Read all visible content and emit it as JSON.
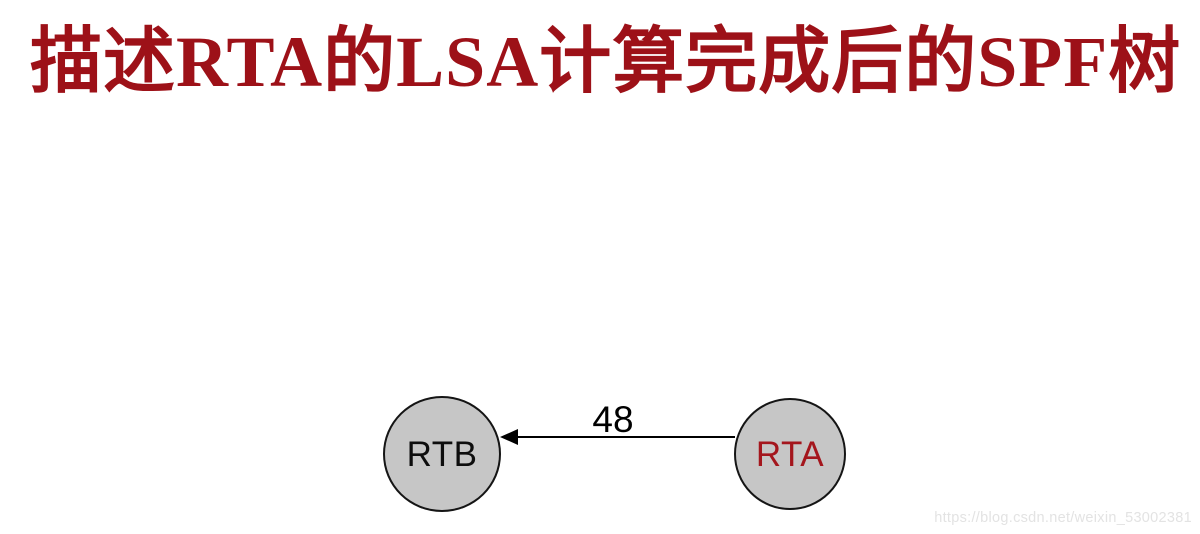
{
  "title": {
    "text": "描述RTA的LSA计算完成后的SPF树",
    "color": "#9d1118"
  },
  "diagram": {
    "type": "network-topology",
    "description": "SPF tree after RTA LSA calculation",
    "nodes": [
      {
        "id": "RTB",
        "label": "RTB",
        "label_color": "#0d0d0d",
        "fill": "#c6c6c6",
        "stroke": "#151515"
      },
      {
        "id": "RTA",
        "label": "RTA",
        "label_color": "#a4161d",
        "fill": "#c6c6c6",
        "stroke": "#151515"
      }
    ],
    "edges": [
      {
        "from": "RTA",
        "to": "RTB",
        "label": "48",
        "arrow_direction": "left",
        "color": "#000000"
      }
    ]
  },
  "watermark": {
    "text": "https://blog.csdn.net/weixin_53002381",
    "color": "#e3e3e3"
  }
}
